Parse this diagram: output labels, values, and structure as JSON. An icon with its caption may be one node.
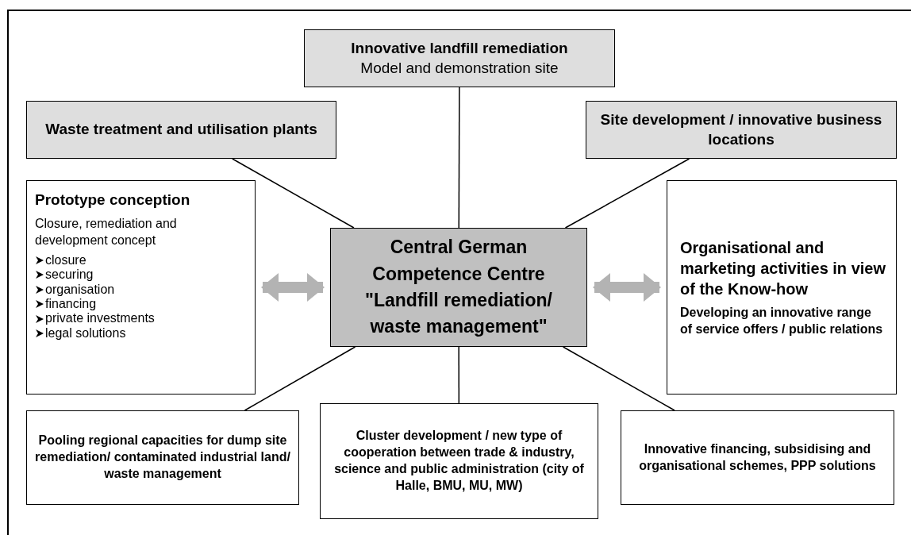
{
  "diagram": {
    "nodes": [
      {
        "text": [
          "Innovative landfill remediation",
          "Model and demonstration site"
        ]
      },
      {
        "text": [
          "Waste treatment and utilisation plants"
        ]
      },
      {
        "text": [
          "Site development / innovative business locations"
        ]
      },
      {
        "text": [
          "Prototype conception",
          "Closure, remediation and development concept",
          "closure",
          "securing",
          "organisation",
          "financing",
          "private investments",
          "legal solutions"
        ]
      },
      {
        "text": [
          "Central German Competence Centre \"Landfill remediation/ waste management\""
        ]
      },
      {
        "text": [
          "Organisational and marketing activities in view of the Know-how",
          "Developing an innovative range of service offers / public relations"
        ]
      },
      {
        "text": [
          "Pooling regional capacities for dump site remediation/ contaminated industrial land/ waste management"
        ]
      },
      {
        "text": [
          "Cluster development / new type of cooperation between trade & industry, science and public administration (city of Halle, BMU, MU, MW)"
        ]
      },
      {
        "text": [
          "Innovative financing, subsidising and organisational schemes, PPP solutions"
        ]
      }
    ],
    "edges": [
      {
        "from": 4,
        "to": 0,
        "arrow": "none"
      },
      {
        "from": 4,
        "to": 1,
        "arrow": "none"
      },
      {
        "from": 4,
        "to": 2,
        "arrow": "none"
      },
      {
        "from": 3,
        "to": 4,
        "arrow": "both",
        "style": "thick",
        "color": "#b3b3b3"
      },
      {
        "from": 4,
        "to": 5,
        "arrow": "both",
        "style": "thick",
        "color": "#b3b3b3"
      },
      {
        "from": 4,
        "to": 6,
        "arrow": "none"
      },
      {
        "from": 4,
        "to": 7,
        "arrow": "none"
      },
      {
        "from": 4,
        "to": 8,
        "arrow": "none"
      }
    ]
  }
}
